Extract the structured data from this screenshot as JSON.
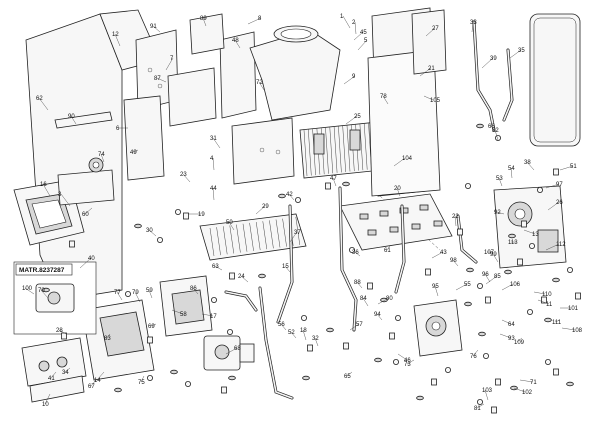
{
  "matr_label": "MATR.8237287",
  "callouts": [
    "1",
    "2",
    "3",
    "4",
    "5",
    "6",
    "7",
    "8",
    "9",
    "10",
    "11",
    "12",
    "13",
    "14",
    "15",
    "16",
    "17",
    "18",
    "19",
    "20",
    "21",
    "22",
    "23",
    "24",
    "25",
    "26",
    "27",
    "28",
    "29",
    "30",
    "31",
    "32",
    "33",
    "34",
    "35",
    "36",
    "37",
    "38",
    "39",
    "40",
    "41",
    "42",
    "43",
    "44",
    "45",
    "46",
    "47",
    "48",
    "49",
    "50",
    "51",
    "52",
    "53",
    "54",
    "55",
    "56",
    "57",
    "58",
    "59",
    "60",
    "61",
    "62",
    "63",
    "64",
    "65",
    "66",
    "67",
    "68",
    "69",
    "70",
    "71",
    "72",
    "73",
    "74",
    "75",
    "76",
    "77",
    "78",
    "79",
    "80",
    "81",
    "82",
    "83",
    "84",
    "85",
    "86",
    "87",
    "88",
    "89",
    "90",
    "91",
    "92",
    "93",
    "94",
    "95",
    "96",
    "97",
    "98",
    "99",
    "100",
    "101",
    "102",
    "103",
    "104",
    "105",
    "106",
    "107",
    "108",
    "109",
    "110",
    "111",
    "112",
    "113"
  ]
}
